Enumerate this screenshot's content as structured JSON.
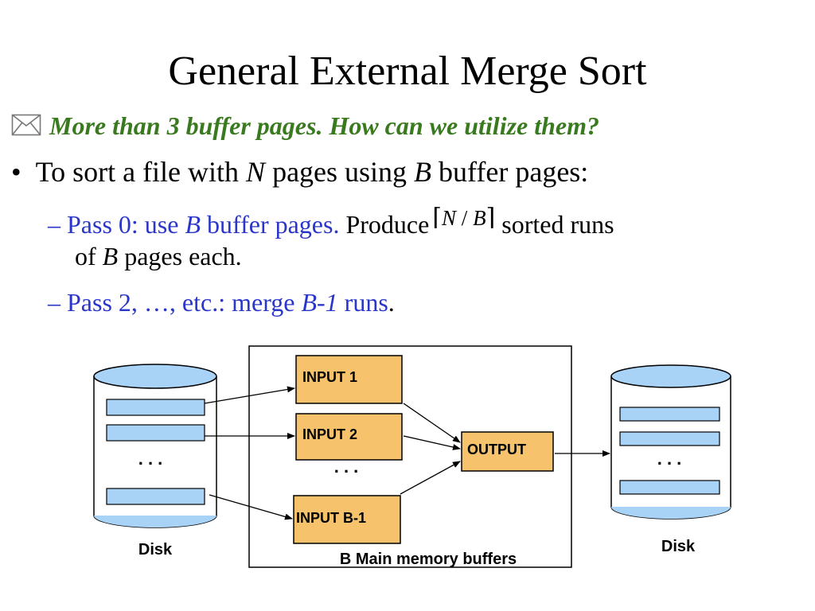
{
  "slide": {
    "title": "General External Merge Sort",
    "subtitle": "More than 3 buffer pages.  How can we utilize them?",
    "bullet": {
      "prefix": "To sort a file with ",
      "n": "N",
      "middle": " pages using ",
      "b": "B",
      "suffix": " buffer pages:"
    },
    "pass0": {
      "dash": "– ",
      "lead": "Pass 0: use ",
      "b": "B",
      "tail": " buffer pages.",
      "produce": " Produce",
      "ceil_left": "⌈",
      "ceil_n": "N",
      "ceil_slash": " / ",
      "ceil_b": "B",
      "ceil_right": "⌉",
      "after": "sorted runs",
      "line2_prefix": "of ",
      "line2_b": "B",
      "line2_suffix": " pages each."
    },
    "pass2": {
      "dash": "– ",
      "lead": "Pass 2, …,  etc.: merge ",
      "bm1": "B-1",
      "tail": " runs",
      "period": "."
    }
  },
  "diagram": {
    "left_disk_label": "Disk",
    "right_disk_label": "Disk",
    "memory_label": "B Main  memory buffers",
    "inputs": [
      "INPUT 1",
      "INPUT 2",
      "INPUT B-1"
    ],
    "output": "OUTPUT",
    "ellipsis": ". . .",
    "colors": {
      "buffer_fill": "#f6c26b",
      "disk_fill": "#a9d2f7",
      "page_fill": "#a9d2f7",
      "subtitle_green": "#3a7a1f",
      "text_blue": "#2a35c9"
    }
  }
}
